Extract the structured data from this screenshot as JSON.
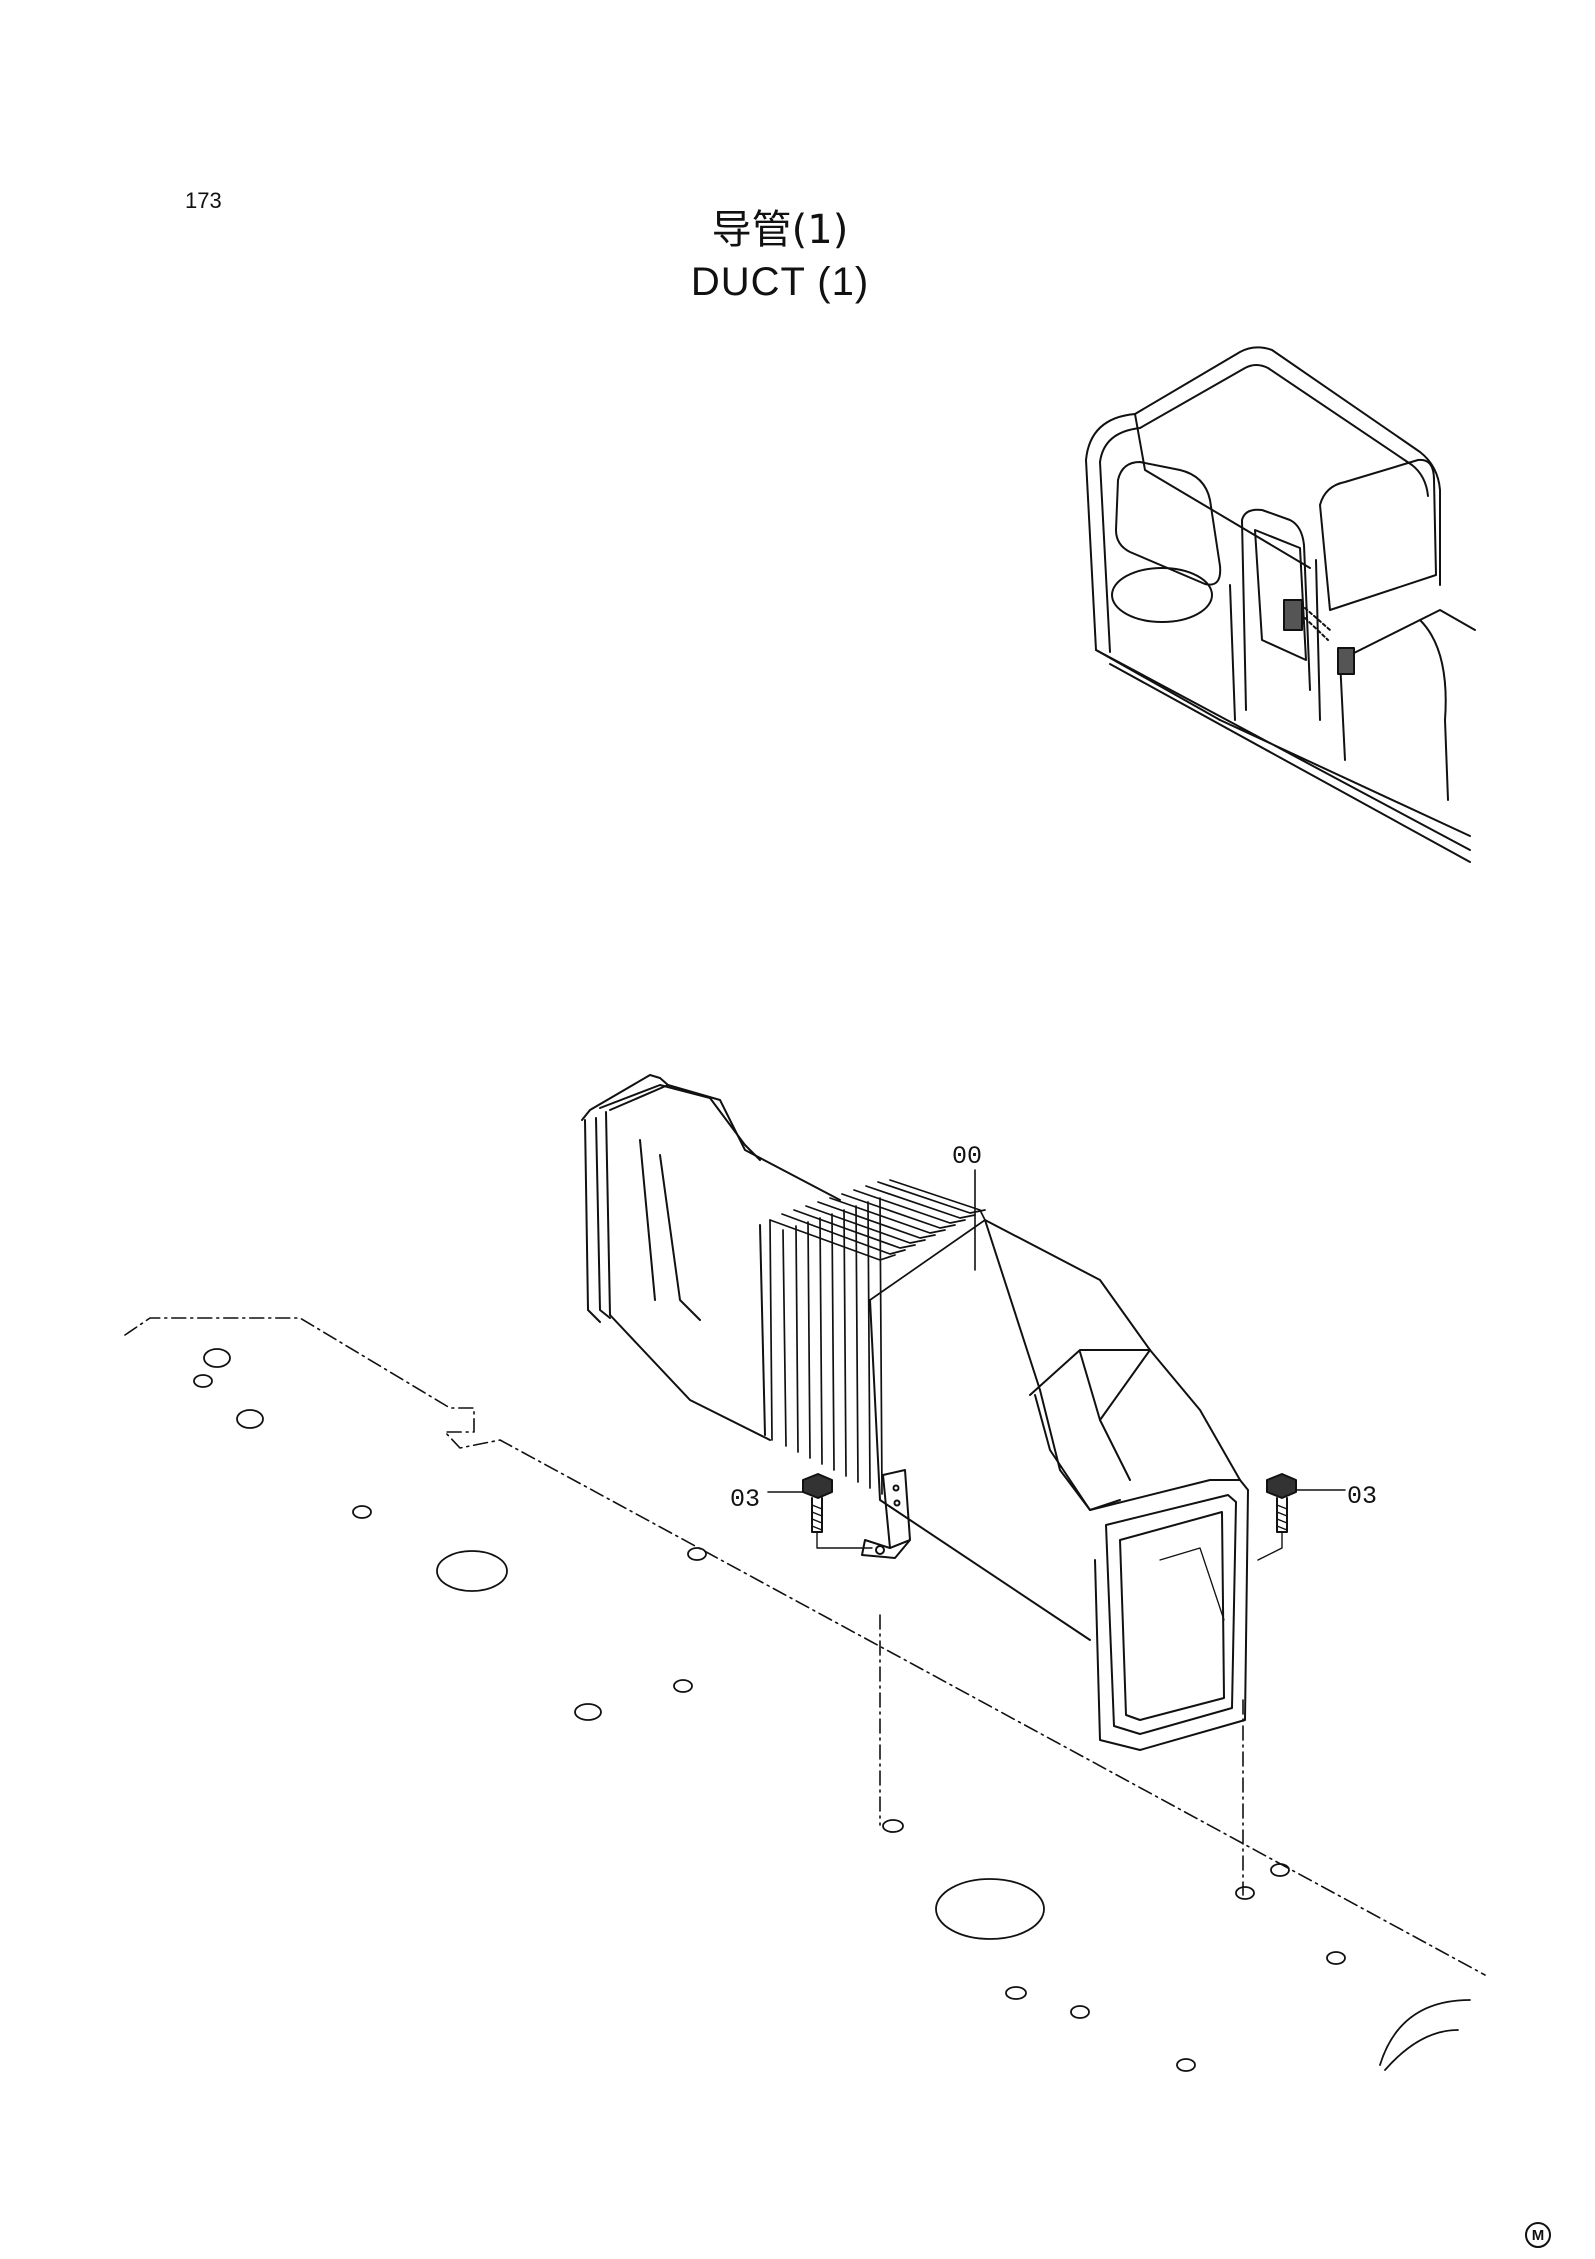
{
  "page": {
    "number": "173",
    "title_cn": "导管(1)",
    "title_en": "DUCT (1)"
  },
  "callouts": {
    "duct": "00",
    "bolt_left": "03",
    "bolt_right": "03"
  },
  "footer": {
    "mark": "M"
  },
  "icons": {
    "cab_view": "excavator-cab-icon",
    "duct_assembly": "duct-assembly-icon"
  }
}
